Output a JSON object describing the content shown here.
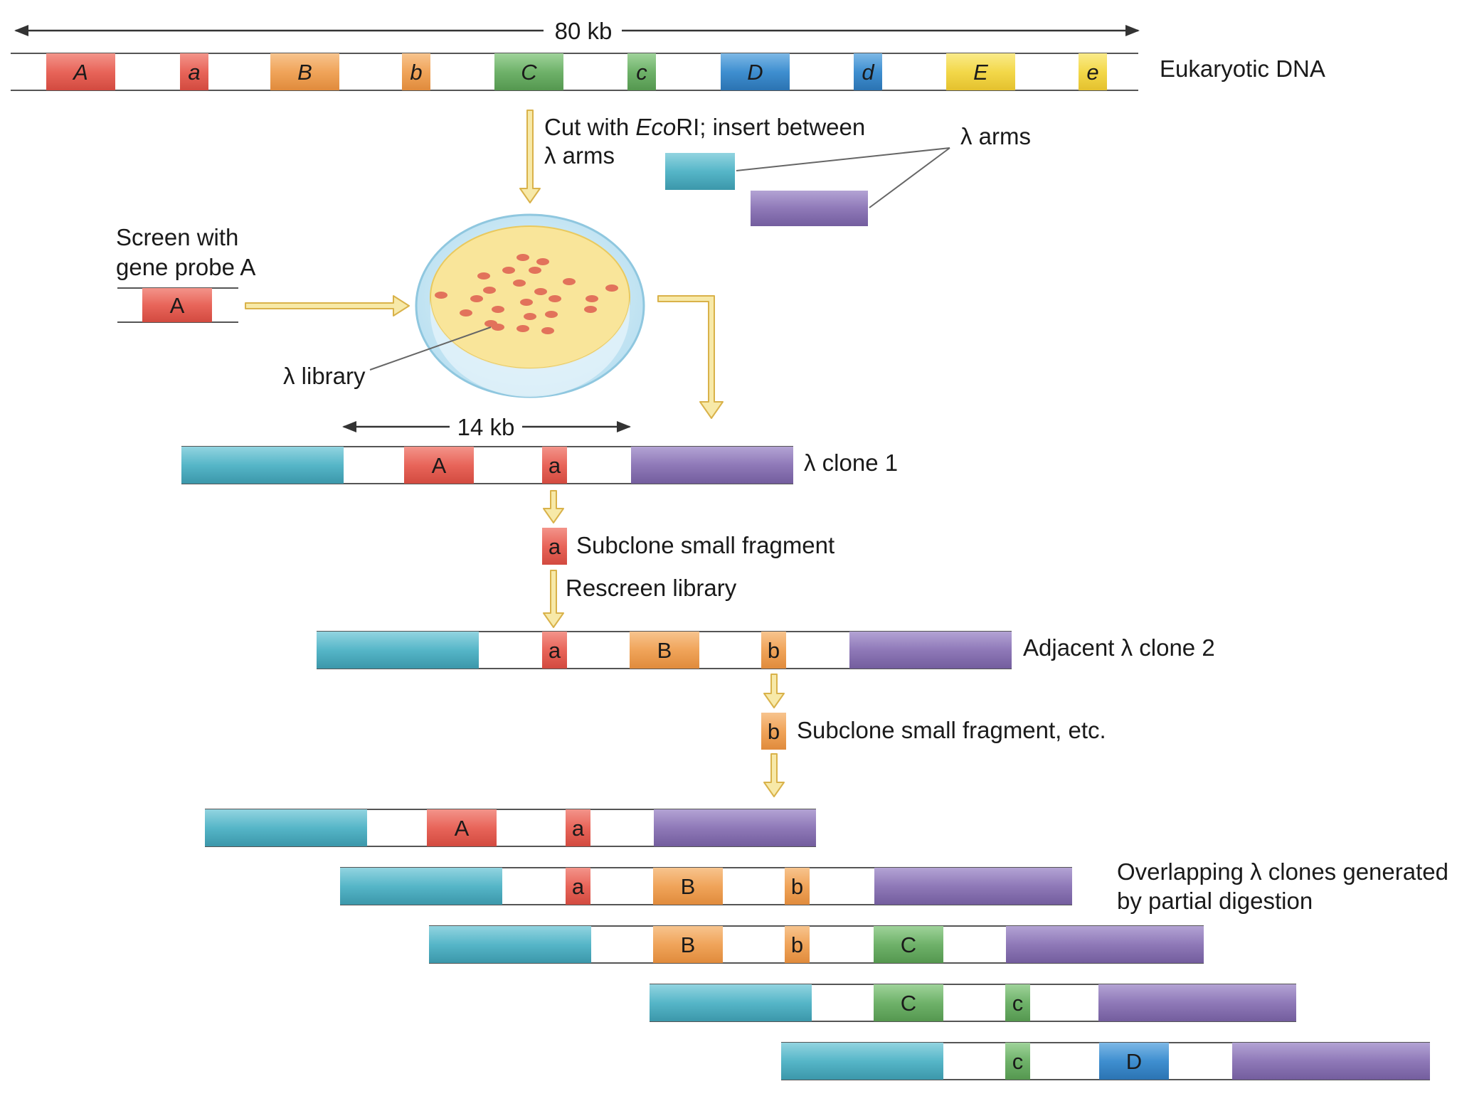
{
  "colors": {
    "red": "#e8655a",
    "pink": "#e8655a",
    "orange": "#f0a45a",
    "green": "#6fb26a",
    "blue": "#3f8fd0",
    "yellow": "#f3d84a",
    "cyan": "#56b6c8",
    "purple": "#8f79b8",
    "arrow_fill": "#f7e9a8",
    "arrow_stroke": "#d9b24a",
    "line": "#555555",
    "dish_rim": "#a9d9ec",
    "agar": "#f9e59a",
    "colony": "#e2725b"
  },
  "top": {
    "scale_label": "80 kb",
    "dna_label": "Eukaryotic DNA",
    "genes": [
      {
        "label": "A",
        "color": "red"
      },
      {
        "label": "a",
        "color": "red"
      },
      {
        "label": "B",
        "color": "orange"
      },
      {
        "label": "b",
        "color": "orange"
      },
      {
        "label": "C",
        "color": "green"
      },
      {
        "label": "c",
        "color": "green"
      },
      {
        "label": "D",
        "color": "blue"
      },
      {
        "label": "d",
        "color": "blue"
      },
      {
        "label": "E",
        "color": "yellow"
      },
      {
        "label": "e",
        "color": "yellow"
      }
    ]
  },
  "cut_step": {
    "line1_pre": "Cut with ",
    "line1_enzyme": "Eco",
    "line1_post": "RI; insert between",
    "line2": "λ arms",
    "arms_label": "λ arms"
  },
  "probe": {
    "line1": "Screen with",
    "line2": "gene probe A",
    "segment": "A",
    "library_label": "λ library"
  },
  "clone1": {
    "scale_label": "14 kb",
    "label": "λ clone 1",
    "genes": [
      {
        "label": "A",
        "color": "red"
      },
      {
        "label": "a",
        "color": "red"
      }
    ]
  },
  "subclone1": {
    "segment": "a",
    "label": "Subclone small fragment",
    "rescreen": "Rescreen library"
  },
  "clone2": {
    "label": "Adjacent λ clone 2",
    "genes": [
      {
        "label": "a",
        "color": "red"
      },
      {
        "label": "B",
        "color": "orange"
      },
      {
        "label": "b",
        "color": "orange"
      }
    ]
  },
  "subclone2": {
    "segment": "b",
    "label": "Subclone small fragment, etc."
  },
  "overlap": {
    "line1": "Overlapping λ clones generated",
    "line2": "by partial digestion",
    "clones": [
      {
        "genes": [
          {
            "label": "A",
            "color": "red"
          },
          {
            "label": "a",
            "color": "red"
          }
        ]
      },
      {
        "genes": [
          {
            "label": "a",
            "color": "red"
          },
          {
            "label": "B",
            "color": "orange"
          },
          {
            "label": "b",
            "color": "orange"
          }
        ]
      },
      {
        "genes": [
          {
            "label": "B",
            "color": "orange"
          },
          {
            "label": "b",
            "color": "orange"
          },
          {
            "label": "C",
            "color": "green"
          }
        ]
      },
      {
        "genes": [
          {
            "label": "C",
            "color": "green"
          },
          {
            "label": "c",
            "color": "green"
          }
        ]
      },
      {
        "genes": [
          {
            "label": "c",
            "color": "green"
          },
          {
            "label": "D",
            "color": "blue"
          }
        ]
      }
    ]
  }
}
